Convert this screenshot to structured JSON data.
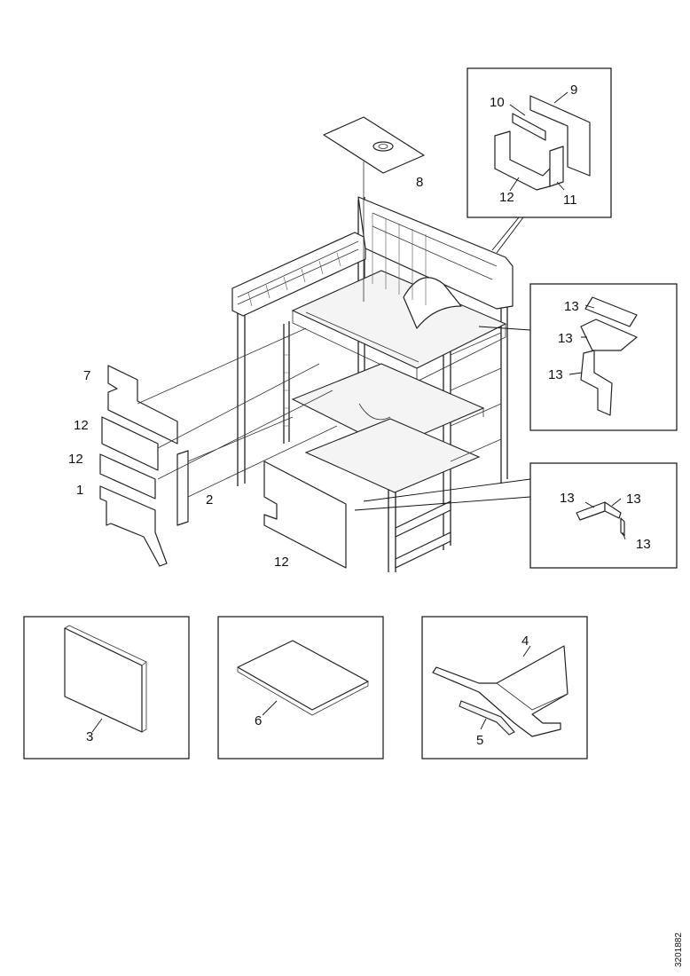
{
  "callouts": {
    "c1": "1",
    "c2": "2",
    "c3": "3",
    "c4": "4",
    "c5": "5",
    "c6": "6",
    "c7": "7",
    "c8": "8",
    "c9": "9",
    "c10": "10",
    "c11": "11",
    "c12a": "12",
    "c12b": "12",
    "c12c": "12",
    "c12d": "12",
    "c13a": "13",
    "c13b": "13",
    "c13c": "13",
    "c13d": "13",
    "c13e": "13",
    "c13f": "13"
  },
  "document_number": "3201882"
}
